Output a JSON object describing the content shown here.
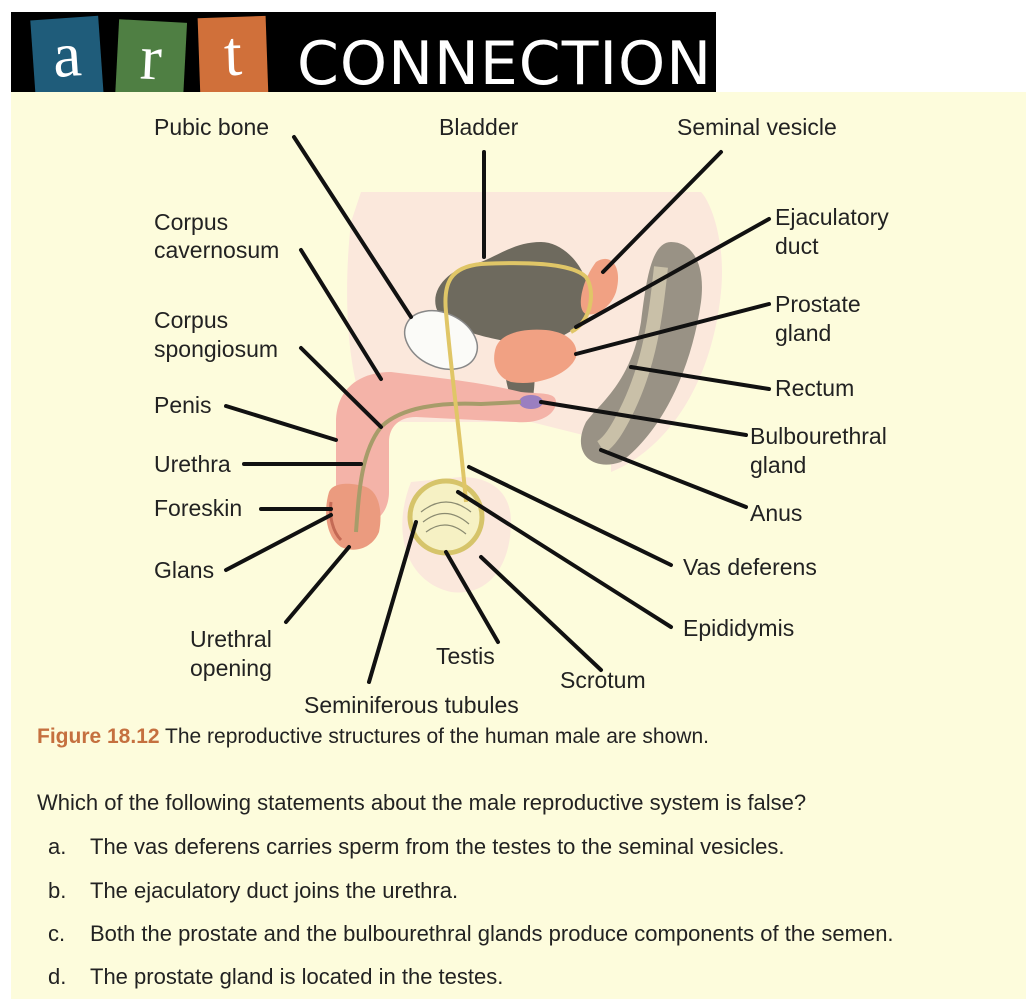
{
  "banner": {
    "tiles": [
      "a",
      "r",
      "t"
    ],
    "title": "CONNECTION",
    "tile_colors": [
      "#1f5c7a",
      "#4f7f43",
      "#d0703a"
    ]
  },
  "diagram_labels": {
    "pubic_bone": "Pubic bone",
    "bladder": "Bladder",
    "seminal_vesicle": "Seminal vesicle",
    "corpus_cavernosum_1": "Corpus",
    "corpus_cavernosum_2": "cavernosum",
    "ejaculatory_duct_1": "Ejaculatory",
    "ejaculatory_duct_2": "duct",
    "prostate_gland_1": "Prostate",
    "prostate_gland_2": "gland",
    "corpus_spongiosum_1": "Corpus",
    "corpus_spongiosum_2": "spongiosum",
    "rectum": "Rectum",
    "penis": "Penis",
    "bulbourethral_gland_1": "Bulbourethral",
    "bulbourethral_gland_2": "gland",
    "urethra": "Urethra",
    "anus": "Anus",
    "foreskin": "Foreskin",
    "vas_deferens": "Vas deferens",
    "glans": "Glans",
    "epididymis": "Epididymis",
    "urethral_opening_1": "Urethral",
    "urethral_opening_2": "opening",
    "testis": "Testis",
    "scrotum": "Scrotum",
    "seminiferous_tubules": "Seminiferous tubules"
  },
  "caption": {
    "number": "Figure 18.12",
    "text": " The reproductive structures of the human male are shown."
  },
  "question": {
    "prompt": "Which of the following statements about the male reproductive system is false?",
    "options": [
      {
        "letter": "a.",
        "text": "The vas deferens carries sperm from the testes to the seminal vesicles."
      },
      {
        "letter": "b.",
        "text": "The ejaculatory duct joins the urethra."
      },
      {
        "letter": "c.",
        "text": "Both the prostate and the bulbourethral glands produce components of the semen."
      },
      {
        "letter": "d.",
        "text": "The prostate gland is located in the testes."
      }
    ]
  },
  "colors": {
    "panel_background": "#fdfcdc",
    "caption_accent": "#c5703f"
  }
}
